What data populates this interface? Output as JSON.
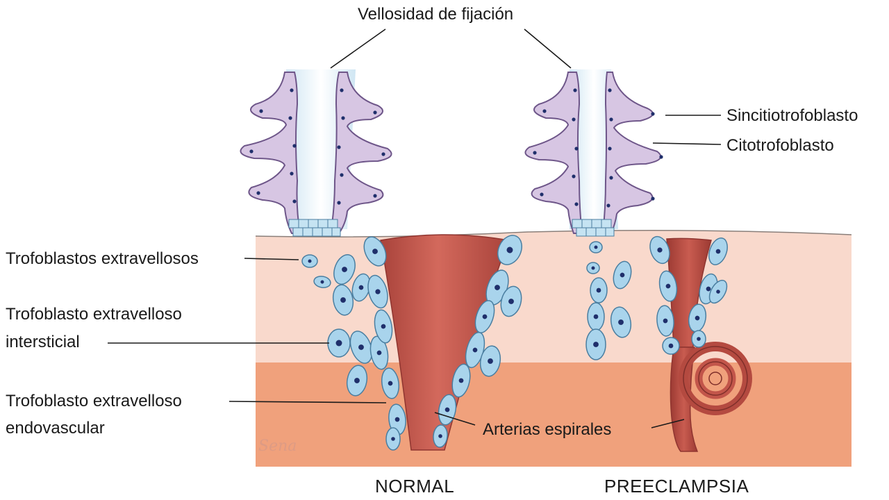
{
  "labels": {
    "anchoring_villus": "Vellosidad de fijación",
    "syncytiotrophoblast": "Sincitiotrofoblasto",
    "cytotrophoblast": "Citotrofoblasto",
    "extravillous_trophoblasts": "Trofoblastos extravellosos",
    "interstitial_line1": "Trofoblasto extravelloso",
    "interstitial_line2": "intersticial",
    "endovascular_line1": "Trofoblasto extravelloso",
    "endovascular_line2": "endovascular",
    "spiral_arteries": "Arterias espirales"
  },
  "captions": {
    "normal": "NORMAL",
    "preeclampsia": "PREECLAMPSIA"
  },
  "signature": "Sena",
  "colors": {
    "decidua_upper": "#f9d9cc",
    "decidua_lower": "#f0a17c",
    "artery": "#c2554a",
    "artery_dark": "#9c3a33",
    "trophoblast_fill": "#a9d4ec",
    "trophoblast_stroke": "#4a7ea0",
    "nucleus": "#1f2f6b",
    "syncytium": "#a48bb8",
    "villus_core": "#dceef8"
  }
}
